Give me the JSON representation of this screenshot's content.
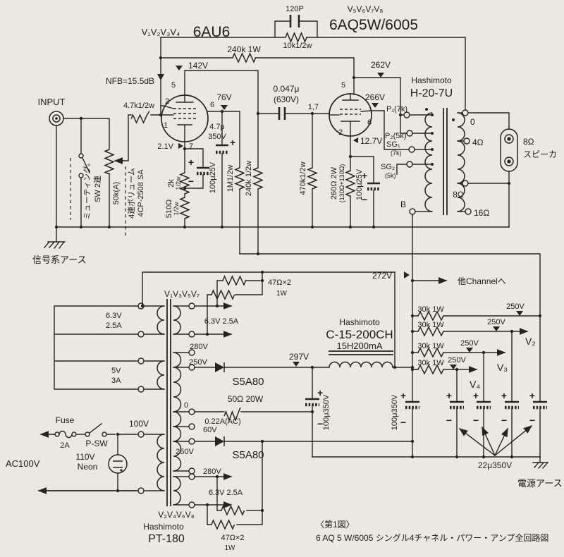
{
  "figure": {
    "caption_tag": "〈第1図〉",
    "caption": "6 AQ 5 W/6005 シングル4チャネル・パワー・アンプ全回路図"
  },
  "tubes": {
    "pre_label": "V₁V₂V₃V₄",
    "pre_type": "6AU6",
    "out_label": "V₅V₆V₇V₈",
    "out_type": "6AQ5W/6005"
  },
  "fb": {
    "cap": "120P",
    "res": "10k1/2w",
    "nfb": "NFB=15.5dB",
    "res2": "240k 1W"
  },
  "inp": {
    "input": "INPUT",
    "mute1": "ミューティング。",
    "mute2": "SW 2連",
    "vol": "50k(A)",
    "vol2": "4連ボリューム",
    "vol3": "4CP-2508 SA",
    "grid_res": "4.7k1/2w",
    "gnd": "信号系アース"
  },
  "s1": {
    "v_plate": "142V",
    "v_screen": "76V",
    "v_k": "2.1V",
    "pin5": "5",
    "pin2": "2",
    "pin1": "1",
    "pin7": "7",
    "pin6": "6",
    "rk": "2k",
    "rk2": "510Ω",
    "half_w": "1/2w",
    "ck": "100μ25V",
    "cs": "4.7μ",
    "cs2": "350V",
    "rs": "1M1/2w",
    "rl": "240k 1/2w",
    "cc": "0.047μ",
    "cc2": "(630V)"
  },
  "s2": {
    "pins17": "1,7",
    "pin5": "5",
    "pin6": "6",
    "pin2": "2",
    "v_plate": "262V",
    "v_screen": "266V",
    "v_k": "12.7V",
    "rg": "470k1/2w",
    "rk": "260Ω 2W",
    "rk2": "(130Ω+130Ω)",
    "ck": "100μ25V"
  },
  "opt": {
    "brand": "Hashimoto",
    "model": "H-20-7U",
    "p1": "P₁(7k)",
    "p2": "P₂(5k)",
    "sg1": "SG₁",
    "sg1v": "(7k)",
    "sg2": "SG₂",
    "sg2v": "(5k)",
    "b": "B",
    "t0": "0",
    "t4": "4Ω",
    "t8": "8Ω",
    "t16": "16Ω",
    "spk": "8Ω",
    "spk2": "スピーカ"
  },
  "dist": {
    "v272": "272V",
    "chan": "他Channelへ",
    "r30k": "30k 1W",
    "v250": "250V",
    "v2": "V₂",
    "v3": "V₃",
    "v4": "V₄",
    "c22": "22μ350V",
    "gnd": "電源アース",
    "c100": "100μ350V"
  },
  "choke": {
    "brand": "Hashimoto",
    "model": "C-15-200CH",
    "spec": "15H200mA",
    "v297": "297V"
  },
  "pt": {
    "brand": "Hashimoto",
    "model": "PT-180",
    "h1": "V₁V₃V₅V₇",
    "h2": "V₂V₄V₆V₈",
    "w63": "6.3V",
    "w25": "2.5A",
    "w5": "5V",
    "w3": "3A",
    "h632": "6.3V 2.5A",
    "rh": "47Ω×2",
    "rhw": "1W",
    "v280": "280V",
    "v250": "250V",
    "t0": "0",
    "r50": "50Ω 20W",
    "i022": "0.22A(AC)",
    "v60": "60V",
    "diode": "S5A80",
    "v100": "100V",
    "fuse": "Fuse",
    "f2a": "2A",
    "psw": "P-SW",
    "neon1": "110V",
    "neon2": "Neon",
    "ac": "AC100V"
  },
  "sym": {
    "plus": "+",
    "minus": "−"
  }
}
